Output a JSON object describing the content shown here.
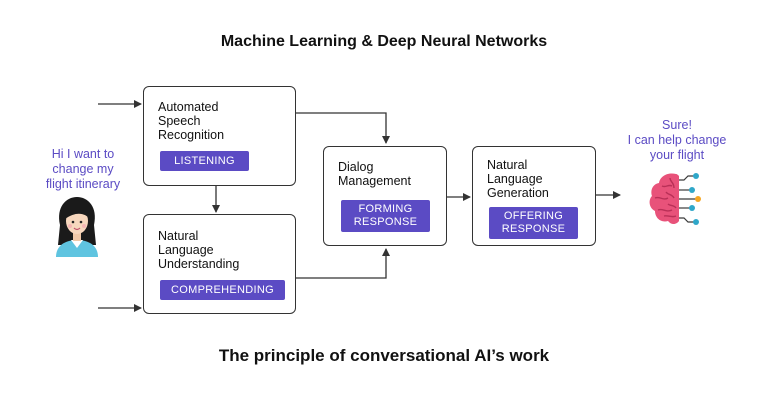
{
  "title": "Machine Learning & Deep Neural Networks",
  "caption": "The principle of conversational AI’s work",
  "user_message": "Hi I want to\nchange my\nflight itinerary",
  "bot_message": "Sure!\nI can help change\nyour flight",
  "boxes": {
    "asr": {
      "label": "Automated\nSpeech\nRecognition",
      "tag": "LISTENING"
    },
    "nlu": {
      "label": "Natural\nLanguage\nUnderstanding",
      "tag": "COMPREHENDING"
    },
    "dm": {
      "label": "Dialog\nManagement",
      "tag": "FORMING\nRESPONSE"
    },
    "nlg": {
      "label": "Natural\nLanguage\nGeneration",
      "tag": "OFFERING\nRESPONSE"
    }
  },
  "colors": {
    "accent": "#5b4bc4",
    "brain": "#e8527a",
    "line": "#333333"
  },
  "icons": {
    "user": "woman-avatar-icon",
    "ai": "brain-circuit-icon"
  }
}
